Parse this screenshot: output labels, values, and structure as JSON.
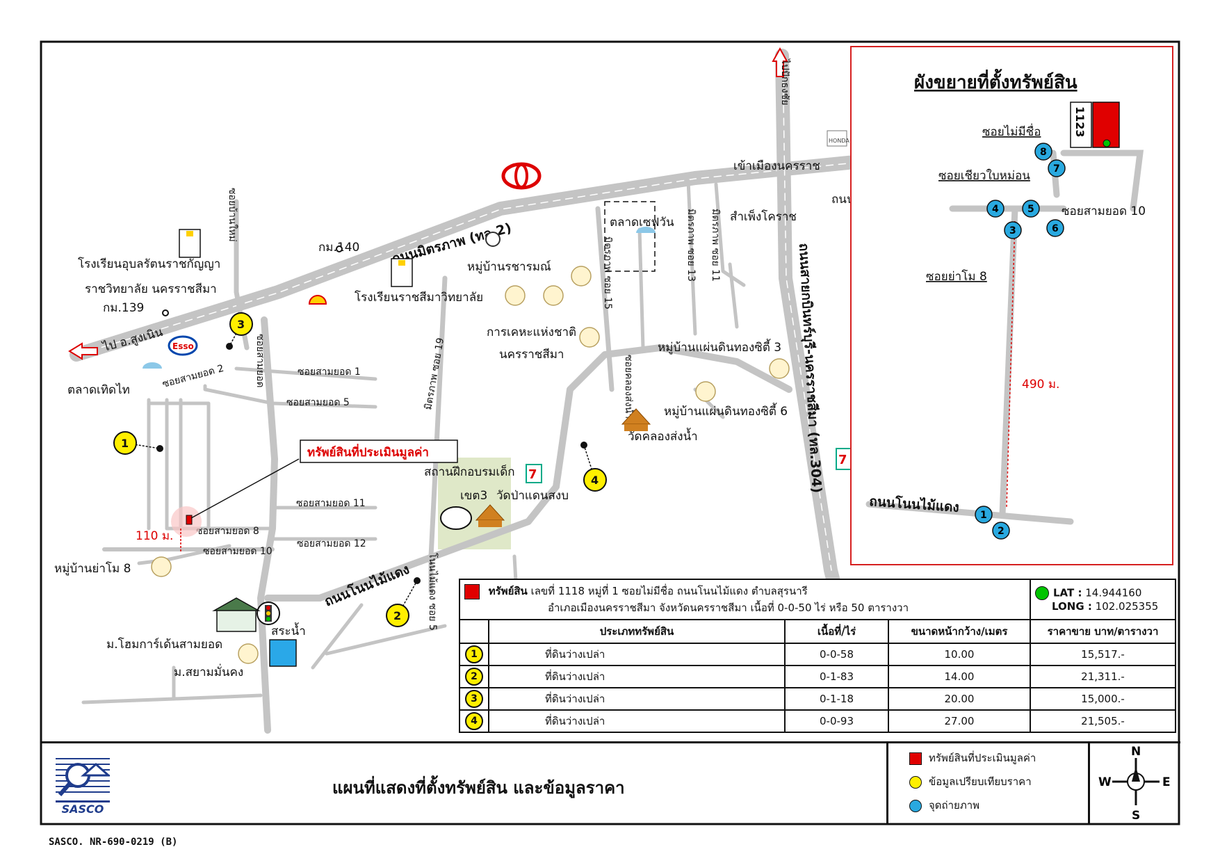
{
  "map": {
    "roads": {
      "mittraphap": "ถนนมิตรภาพ (ทล.2)",
      "suranari": "ถนนสายกบินทร์บุรี-นครราชสีมา (ทล.304)",
      "non_mai_daeng": "ถนนโนนไม้แดง",
      "to_sung_noen": "ไป อ.สูงเนิน",
      "to_korat": "เข้าเมืองนครราช",
      "soi_samyot": "ซอยสามยอด",
      "soi_mai_hai": "ซอยบ้านใหม่",
      "mittraphap_soi19": "มิตรภาพ ซอย 19",
      "mittraphap_soi15": "มิตรภาพ ซอย 15",
      "mittraphap_soi13": "มิตรภาพ ซอย 13",
      "mittraphap_soi11": "มิตรภาพ ซอย 11",
      "soi_khlong_song_nam": "ซอยคลองส่งน้ำ",
      "non_mai_daeng_soi5": "โนนไม้แดง ซอย 5",
      "to_pak_thong_chai": "ไปปักธงชัย",
      "thanon": "ถนน"
    },
    "labels": {
      "school_1_line1": "โรงเรียนอุบลรัตนราชกัญญา",
      "school_1_line2": "ราชวิทยาลัย นครราชสีมา",
      "km139": "กม.139",
      "km140": "กม.140",
      "school_2": "โรงเรียนราชสีมาวิทยาลัย",
      "village_1": "หมู่บ้านรชารมณ์",
      "housing_line1": "การเคหะแห่งชาติ",
      "housing_line2": "นครราชสีมา",
      "market_1": "ตลาดเทิดไท",
      "market_2": "ตลาดเซฟวัน",
      "sampheng": "สำเพ็งโคราช",
      "village_2": "หมู่บ้านแผ่นดินทองซิตี้ 3",
      "village_3": "หมู่บ้านแผ่นดินทองซิตี้ 6",
      "temple_1": "วัดคลองส่งน้ำ",
      "training": "สถานฝึกอบรมเด็ก",
      "khet3": "เขต3",
      "temple_2": "วัดป่าแดนสงบ",
      "village_yamo": "หมู่บ้านย่าโม 8",
      "home_garden": "ม.โฮมการ์เด้นสามยอด",
      "siam_mankong": "ม.สยามมั่นคง",
      "pond": "สระน้ำ",
      "soi_2": "ซอยสามยอด 2",
      "soi_1": "ซอยสามยอด 1",
      "soi_5": "ซอยสามยอด 5",
      "soi_11": "ซอยสามยอด 11",
      "soi_8": "ซอยสามยอด 8",
      "soi_12": "ซอยสามยอด 12",
      "soi_10": "ซอยสามยอด 10",
      "dist_110": "110 ม.",
      "subject_callout": "ทรัพย์สินที่ประเมินมูลค่า"
    },
    "comparables": [
      "1",
      "2",
      "3",
      "4"
    ]
  },
  "inset": {
    "title": "ผังขยายที่ตั้งทรัพย์สิน",
    "plot_no": "1123",
    "soi_no_name": "ซอยไม่มีชื่อ",
    "soi_khiao": "ซอยเชียวใบหม่อน",
    "soi_10": "ซอยสามยอด 10",
    "soi_yamo8": "ซอยย่าโม 8",
    "dist_490": "490 ม.",
    "road": "ถนนโนนไม้แดง",
    "photo_points": [
      "1",
      "2",
      "3",
      "4",
      "5",
      "6",
      "7",
      "8"
    ]
  },
  "property": {
    "label": "ทรัพย์สิน",
    "line1": "เลขที่ 1118 หมู่ที่ 1 ซอยไม่มีชื่อ ถนนโนนไม้แดง ตำบลสุรนารี",
    "line2": "อำเภอเมืองนครราชสีมา จังหวัดนครราชสีมา เนื้อที่ 0-0-50 ไร่ หรือ 50 ตารางวา",
    "lat_label": "LAT :",
    "lat": "14.944160",
    "long_label": "LONG :",
    "long": "102.025355"
  },
  "table": {
    "headers": [
      "ประเภททรัพย์สิน",
      "เนื้อที่/ไร่",
      "ขนาดหน้ากว้าง/เมตร",
      "ราคาขาย บาท/ตารางวา"
    ],
    "rows": [
      {
        "no": "1",
        "type": "ที่ดินว่างเปล่า",
        "area": "0-0-58",
        "frontage": "10.00",
        "price": "15,517.-"
      },
      {
        "no": "2",
        "type": "ที่ดินว่างเปล่า",
        "area": "0-1-83",
        "frontage": "14.00",
        "price": "21,311.-"
      },
      {
        "no": "3",
        "type": "ที่ดินว่างเปล่า",
        "area": "0-1-18",
        "frontage": "20.00",
        "price": "15,000.-"
      },
      {
        "no": "4",
        "type": "ที่ดินว่างเปล่า",
        "area": "0-0-93",
        "frontage": "27.00",
        "price": "21,505.-"
      }
    ]
  },
  "footer": {
    "logo_text": "SASCO",
    "title": "แผนที่แสดงที่ตั้งทรัพย์สิน และข้อมูลราคา",
    "legend": {
      "subject": "ทรัพย์สินที่ประเมินมูลค่า",
      "comparable": "ข้อมูลเปรียบเทียบราคา",
      "photo": "จุดถ่ายภาพ"
    },
    "compass": {
      "n": "N",
      "s": "S",
      "e": "E",
      "w": "W"
    }
  },
  "doc_code": "SASCO. NR-690-0219 (B)",
  "colors": {
    "road": "#c4c4c4",
    "subject": "#e00000",
    "comparable": "#ffef00",
    "photo": "#29a9e0",
    "inset_border": "#d62020"
  }
}
